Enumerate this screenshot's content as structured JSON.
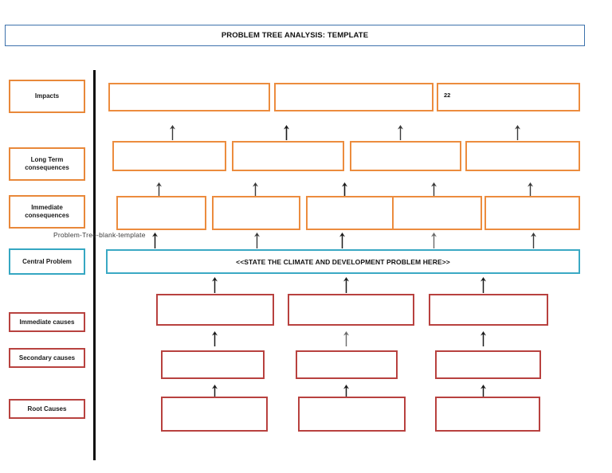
{
  "title": {
    "text": "PROBLEM TREE ANALYSIS: TEMPLATE",
    "border_color": "#3d72ac"
  },
  "watermark": {
    "text": "Problem-Tree-blank-template"
  },
  "colors": {
    "orange": "#ec8c3e",
    "teal": "#3aa9c4",
    "red": "#b8413f",
    "trunk": "#0d0d0d",
    "title_blue": "#3d72ac"
  },
  "legend": {
    "items": [
      {
        "label": "Impacts",
        "color": "#e8883a",
        "tier": "impacts"
      },
      {
        "label": "Long Term consequences",
        "line1": "Long Term",
        "line2": "consequences",
        "color": "#e8883a",
        "tier": "long-term-consequences"
      },
      {
        "label": "Immediate consequences",
        "line1": "Immediate",
        "line2": "consequences",
        "color": "#e8883a",
        "tier": "immediate-consequences"
      },
      {
        "label": "Central Problem",
        "color": "#35a7c2",
        "tier": "central-problem"
      },
      {
        "label": "Immediate causes",
        "color": "#b8423f",
        "tier": "immediate-causes"
      },
      {
        "label": "Secondary causes",
        "color": "#b8423f",
        "tier": "secondary-causes"
      },
      {
        "label": "Root Causes",
        "color": "#b8423f",
        "tier": "root-causes"
      }
    ]
  },
  "tiers": {
    "impacts": {
      "name": "Impacts",
      "color": "#ec8c3e",
      "boxes": [
        {
          "text": ""
        },
        {
          "text": ""
        },
        {
          "text": "22"
        }
      ],
      "arrow_count": 4
    },
    "long_term_consequences": {
      "name": "Long Term consequences",
      "color": "#ec8c3e",
      "boxes": [
        {
          "text": ""
        },
        {
          "text": ""
        },
        {
          "text": ""
        },
        {
          "text": ""
        }
      ],
      "arrow_count": 5
    },
    "immediate_consequences": {
      "name": "Immediate consequences",
      "color": "#ec8c3e",
      "boxes": [
        {
          "text": ""
        },
        {
          "text": ""
        },
        {
          "text": ""
        },
        {
          "text": ""
        },
        {
          "text": ""
        }
      ],
      "arrow_count": 5
    },
    "central_problem": {
      "name": "Central Problem",
      "color": "#3aa9c4",
      "text": "<<STATE THE CLIMATE AND DEVELOPMENT PROBLEM HERE>>"
    },
    "immediate_causes": {
      "name": "Immediate causes",
      "color": "#b8413f",
      "boxes": [
        {
          "text": ""
        },
        {
          "text": ""
        },
        {
          "text": ""
        }
      ],
      "arrow_count": 3
    },
    "secondary_causes": {
      "name": "Secondary causes",
      "color": "#b8413f",
      "boxes": [
        {
          "text": ""
        },
        {
          "text": ""
        },
        {
          "text": ""
        }
      ],
      "arrow_count": 3
    },
    "root_causes": {
      "name": "Root Causes",
      "color": "#b8413f",
      "boxes": [
        {
          "text": ""
        },
        {
          "text": ""
        },
        {
          "text": ""
        }
      ],
      "arrow_count": 3
    }
  }
}
